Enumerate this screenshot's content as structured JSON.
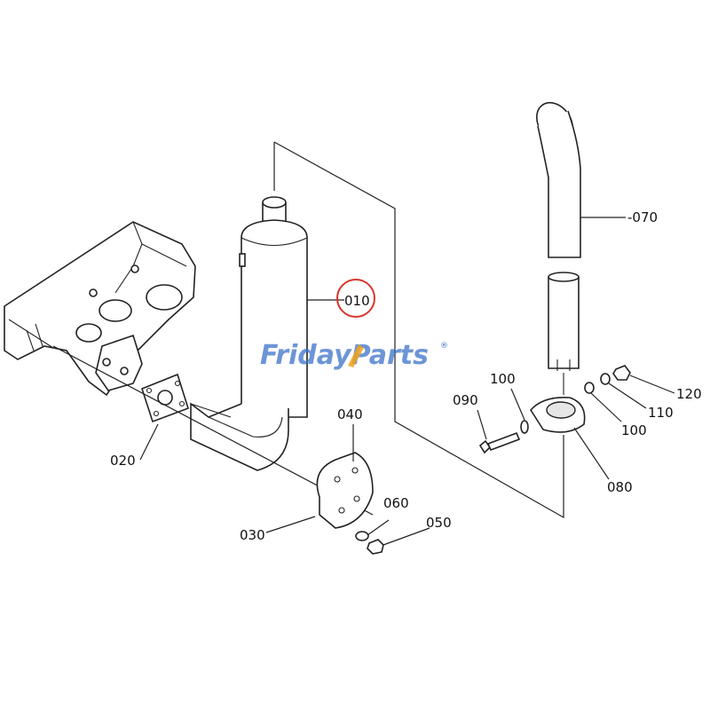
{
  "diagram": {
    "highlight_color": "#d9352b",
    "watermark": {
      "part1": "Friday",
      "part2": "Parts",
      "mark": "®",
      "color_primary": "#3b72c9",
      "color_accent": "#f2a31b"
    },
    "callouts": {
      "p010": "010",
      "p020": "020",
      "p030": "030",
      "p040": "040",
      "p050": "050",
      "p060": "060",
      "p070": "-070",
      "p080": "080",
      "p090": "090",
      "p100a": "100",
      "p100b": "100",
      "p110": "110",
      "p120": "120"
    }
  }
}
